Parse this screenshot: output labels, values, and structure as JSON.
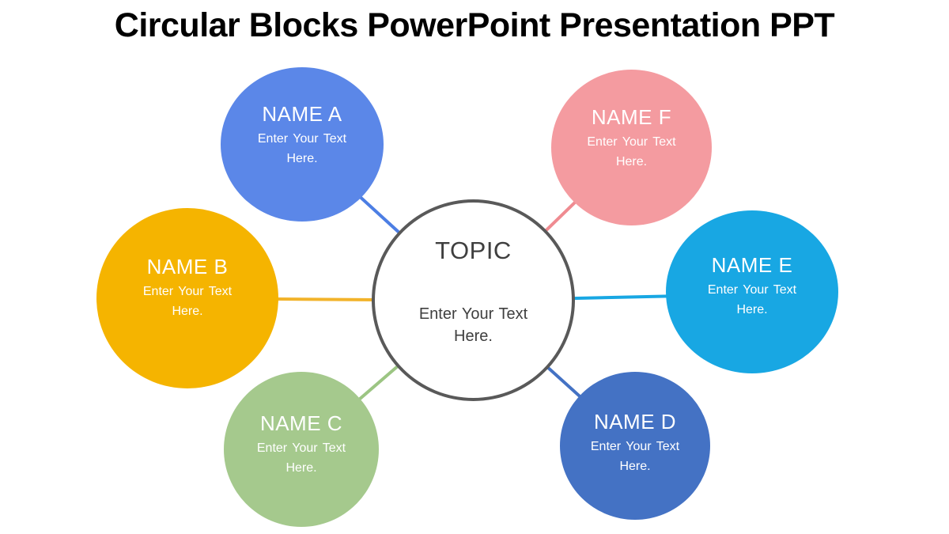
{
  "title": "Circular Blocks PowerPoint Presentation PPT",
  "colors": {
    "background": "#FFFFFF",
    "title_text": "#000000",
    "node_text": "#FFFFFF",
    "center_fill": "#FFFFFF",
    "center_border": "#595959",
    "center_text": "#3F3F3F"
  },
  "center": {
    "name": "TOPIC",
    "placeholder": "Enter Your Text Here."
  },
  "nodes": [
    {
      "id": "a",
      "name": "NAME A",
      "placeholder": "Enter Your Text Here.",
      "fill": "#5B87E8",
      "line": "#4C7EE4"
    },
    {
      "id": "b",
      "name": "NAME B",
      "placeholder": "Enter Your Text Here.",
      "fill": "#F5B400",
      "line": "#F2B32A"
    },
    {
      "id": "c",
      "name": "NAME C",
      "placeholder": "Enter Your Text Here.",
      "fill": "#A5C98D",
      "line": "#9CC583"
    },
    {
      "id": "d",
      "name": "NAME D",
      "placeholder": "Enter Your Text Here.",
      "fill": "#4472C4",
      "line": "#4472C4"
    },
    {
      "id": "e",
      "name": "NAME E",
      "placeholder": "Enter Your Text Here.",
      "fill": "#18A7E3",
      "line": "#18A7E3"
    },
    {
      "id": "f",
      "name": "NAME F",
      "placeholder": "Enter Your Text Here.",
      "fill": "#F49BA0",
      "line": "#EF8B91"
    }
  ]
}
